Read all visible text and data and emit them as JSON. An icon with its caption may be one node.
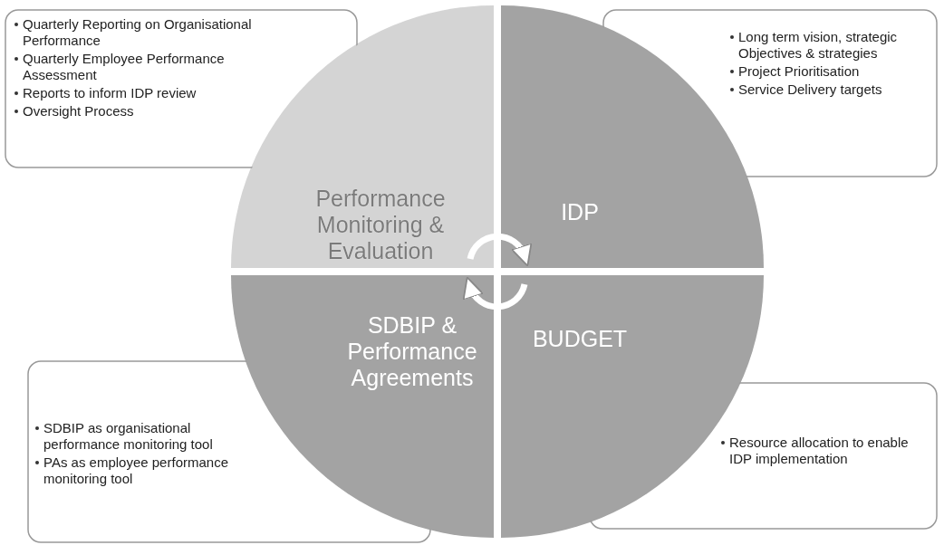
{
  "diagram": {
    "nodes": [
      {
        "text": [
          "Performance Monitoring & Evaluation"
        ]
      },
      {
        "text": [
          "IDP"
        ]
      },
      {
        "text": [
          "SDBIP & Performance Agreements"
        ]
      },
      {
        "text": [
          "BUDGET"
        ]
      },
      {
        "text": [
          "Quarterly Reporting on Organisational Performance",
          "Quarterly Employee Performance Assessment",
          "Reports to inform IDP review",
          "Oversight Process"
        ]
      },
      {
        "text": [
          "Long term vision, strategic Objectives & strategies",
          "Project Prioritisation",
          "Service Delivery targets"
        ]
      },
      {
        "text": [
          "SDBIP as organisational performance monitoring tool",
          "PAs as employee performance monitoring tool"
        ]
      },
      {
        "text": [
          "Resource allocation to enable IDP implementation"
        ]
      }
    ],
    "edges": [
      {
        "from": 0,
        "to": 1,
        "arrow": "to"
      },
      {
        "from": 3,
        "to": 2,
        "arrow": "to"
      }
    ]
  }
}
